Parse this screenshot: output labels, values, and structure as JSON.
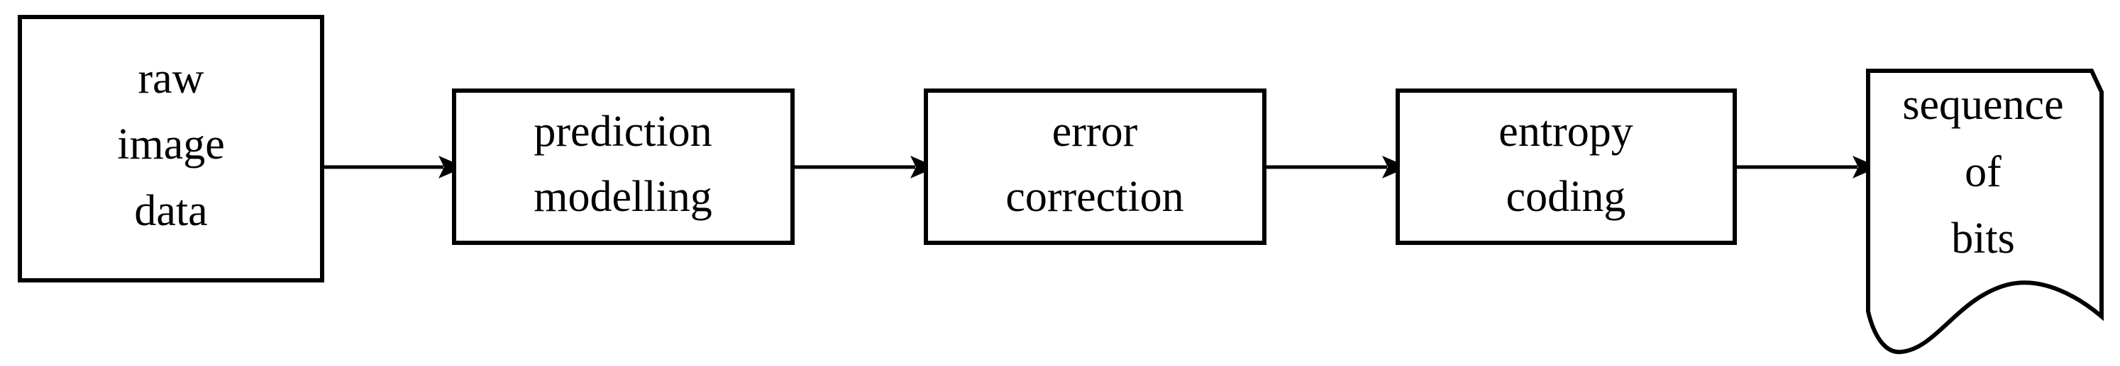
{
  "diagram": {
    "nodes": [
      {
        "id": "raw-image-data",
        "lines": [
          "raw",
          "image",
          "data"
        ]
      },
      {
        "id": "prediction-modelling",
        "lines": [
          "prediction",
          "modelling"
        ]
      },
      {
        "id": "error-correction",
        "lines": [
          "error",
          "correction"
        ]
      },
      {
        "id": "entropy-coding",
        "lines": [
          "entropy",
          "coding"
        ]
      },
      {
        "id": "sequence-of-bits",
        "lines": [
          "sequence",
          "of",
          "bits"
        ],
        "shape": "document"
      }
    ],
    "edges": [
      {
        "from": "raw-image-data",
        "to": "prediction-modelling"
      },
      {
        "from": "prediction-modelling",
        "to": "error-correction"
      },
      {
        "from": "error-correction",
        "to": "entropy-coding"
      },
      {
        "from": "entropy-coding",
        "to": "sequence-of-bits"
      }
    ]
  }
}
